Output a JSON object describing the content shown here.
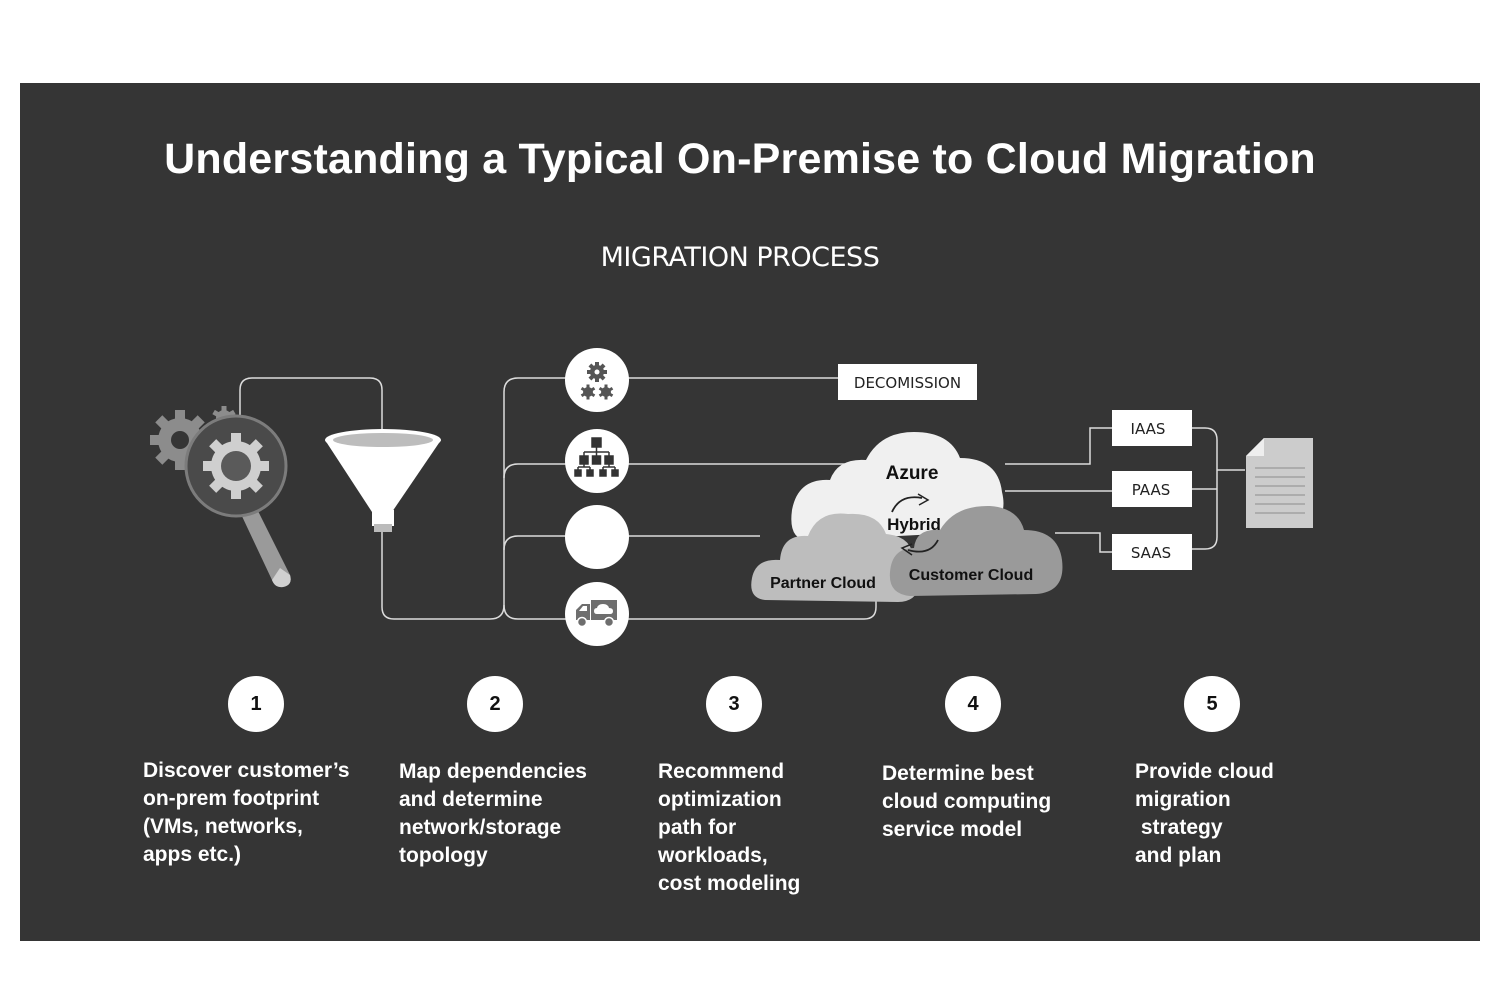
{
  "title": "Understanding a Typical On-Premise to Cloud Migration",
  "subtitle": "MIGRATION PROCESS",
  "diagram": {
    "decommission_label": "DECOMISSION",
    "cloud_labels": {
      "azure": "Azure",
      "hybrid": "Hybrid",
      "partner": "Partner Cloud",
      "customer": "Customer Cloud"
    },
    "service_models": [
      "IAAS",
      "PAAS",
      "SAAS"
    ],
    "icons": {
      "discovery": "magnifier-gears-icon",
      "funnel": "funnel-icon",
      "path_1": "gears-icon",
      "path_2": "hierarchy-icon",
      "path_3": "blank-circle",
      "path_4": "cloud-truck-icon",
      "output": "document-icon"
    }
  },
  "steps": [
    {
      "number": "1",
      "text": "Discover customer’s\non-prem footprint\n(VMs, networks,\napps etc.)"
    },
    {
      "number": "2",
      "text": "Map dependencies\nand determine\nnetwork/storage\ntopology"
    },
    {
      "number": "3",
      "text": "Recommend\noptimization\npath for\nworkloads,\ncost modeling"
    },
    {
      "number": "4",
      "text": "Determine best\ncloud computing\nservice model"
    },
    {
      "number": "5",
      "text": "Provide cloud\nmigration\n strategy\nand plan"
    }
  ],
  "colors": {
    "panel_background": "#353535",
    "page_background": "#ffffff",
    "text": "#ffffff",
    "connector": "#dcdcdc",
    "icon_gray": "#9a9a9a"
  }
}
